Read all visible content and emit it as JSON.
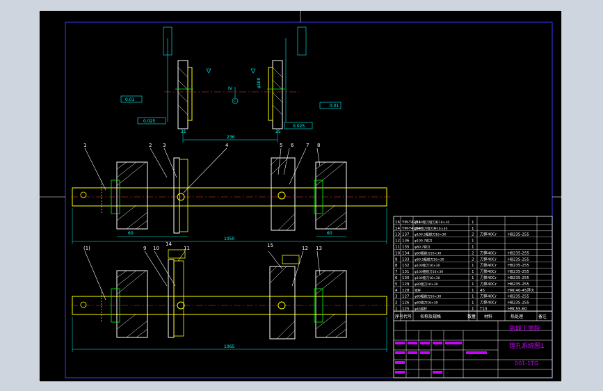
{
  "drawing": {
    "title_block": {
      "school": "盐城工学院",
      "drawing_title": "镗孔系统图1",
      "drawing_no": "001-1TG"
    },
    "view_top": {
      "dims": [
        "236",
        "21",
        "25",
        "φ100",
        "IV"
      ],
      "tolerances": [
        "0.01",
        "0.025",
        "0.01",
        "0.025"
      ],
      "datum_label": "C"
    },
    "view_middle": {
      "callouts": [
        "1",
        "2",
        "3",
        "4",
        "5",
        "6",
        "7",
        "8"
      ],
      "dims": [
        "60",
        "60",
        "1050"
      ]
    },
    "view_bottom": {
      "callouts": [
        "(1)",
        "9",
        "10",
        "11",
        "12",
        "13",
        "14",
        "15"
      ],
      "dims": [
        "1065"
      ]
    },
    "parts_list": {
      "rows": [
        {
          "no": "16",
          "code": "YM-T4254",
          "name": "φ110镗刀镗刀杆16×30",
          "qty": "1",
          "material": "",
          "heat": ""
        },
        {
          "no": "14",
          "code": "YM-T4254",
          "name": "φ90镗刀镗刀杆16×30",
          "qty": "1",
          "material": "",
          "heat": ""
        },
        {
          "no": "13",
          "code": "137",
          "name": "φ100.5粗镗刀16×30",
          "qty": "2",
          "material": "刀体40Cr",
          "heat": "HB235-255"
        },
        {
          "no": "12",
          "code": "136",
          "name": "φ100.7镗刀",
          "qty": "1",
          "material": "",
          "heat": ""
        },
        {
          "no": "11",
          "code": "135",
          "name": "φ80.7镗刀",
          "qty": "1",
          "material": "",
          "heat": ""
        },
        {
          "no": "10",
          "code": "134",
          "name": "φ80粗镗刀16×30",
          "qty": "2",
          "material": "刀体40Cr",
          "heat": "HB235-255"
        },
        {
          "no": "9",
          "code": "133",
          "name": "φ80.5粗镗刀16×30",
          "qty": "2",
          "material": "刀体40Cr",
          "heat": "HB235-255"
        },
        {
          "no": "8",
          "code": "132",
          "name": "φ100镗刀16×30",
          "qty": "1",
          "material": "刀体40Cr",
          "heat": "HB235-255"
        },
        {
          "no": "7",
          "code": "131",
          "name": "φ100粗镗刀16×30",
          "qty": "1",
          "material": "刀体40Cr",
          "heat": "HB235-255"
        },
        {
          "no": "6",
          "code": "130",
          "name": "φ100镗刀16×30",
          "qty": "1",
          "material": "刀体40Cr",
          "heat": "HB235-255"
        },
        {
          "no": "5",
          "code": "129",
          "name": "φ80镗刀16×30",
          "qty": "1",
          "material": "刀体40Cr",
          "heat": "HB235-255"
        },
        {
          "no": "4",
          "code": "128",
          "name": "镗杆",
          "qty": "1",
          "material": "45",
          "heat": "HRC40-45淬火"
        },
        {
          "no": "3",
          "code": "127",
          "name": "φ80粗镗刀16×30",
          "qty": "1",
          "material": "刀体40Cr",
          "heat": "HB235-255"
        },
        {
          "no": "2",
          "code": "126",
          "name": "φ80镗刀16×30",
          "qty": "1",
          "material": "刀体40Cr",
          "heat": "HB235-255"
        },
        {
          "no": "1",
          "code": "125",
          "name": "φ45镗杆",
          "qty": "1",
          "material": "T10",
          "heat": "HRC55-60"
        }
      ],
      "header": {
        "seq": "序号",
        "code": "代号",
        "name": "名称及规格",
        "qty": "数量",
        "material": "材料",
        "heat": "热处理",
        "remark": "备注"
      }
    }
  }
}
